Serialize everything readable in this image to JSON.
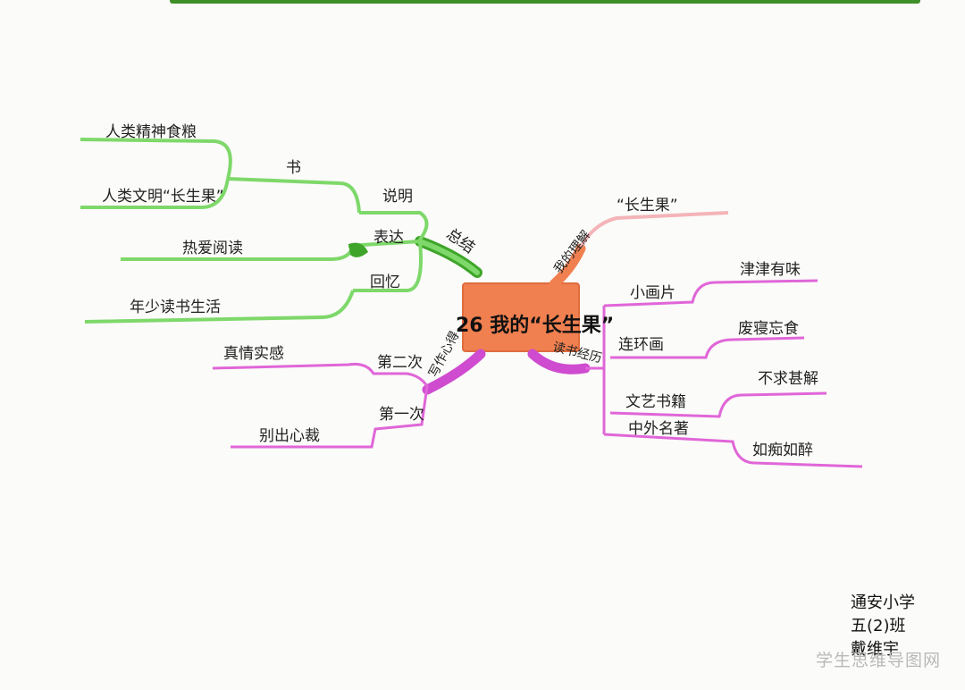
{
  "center": {
    "title": "26 我的“长生果”"
  },
  "colors": {
    "green": "#7ed86a",
    "green_dark": "#3fa52a",
    "pink": "#e066d8",
    "pink_fill": "#cf4bd0",
    "orange": "#f08050",
    "salmon": "#f4b4b8"
  },
  "left_green": {
    "branch_zongjie": "总结",
    "shuoming": "说明",
    "shu": "书",
    "shu_items": [
      "人类精神食粮",
      "人类文明“长生果”"
    ],
    "biaoda": "表达",
    "biaoda_item": "热爱阅读",
    "huiyi": "回忆",
    "huiyi_item": "年少读书生活"
  },
  "left_pink": {
    "branch": "写作心得",
    "first": "第一次",
    "first_item": "别出心裁",
    "second": "第二次",
    "second_item": "真情实感"
  },
  "right_top": {
    "branch": "我的理解",
    "item": "“长生果”"
  },
  "right_pink": {
    "branch": "读书经历",
    "items": [
      {
        "label": "小画片",
        "detail": "津津有味"
      },
      {
        "label": "连环画",
        "detail": "废寝忘食"
      },
      {
        "label": "文艺书籍",
        "detail": "不求甚解"
      },
      {
        "label": "中外名著",
        "detail": "如痴如醉"
      }
    ]
  },
  "signature": {
    "school": "通安小学",
    "class": "五(2)班",
    "name": "戴维宇"
  },
  "watermark": "学生思维导图网"
}
